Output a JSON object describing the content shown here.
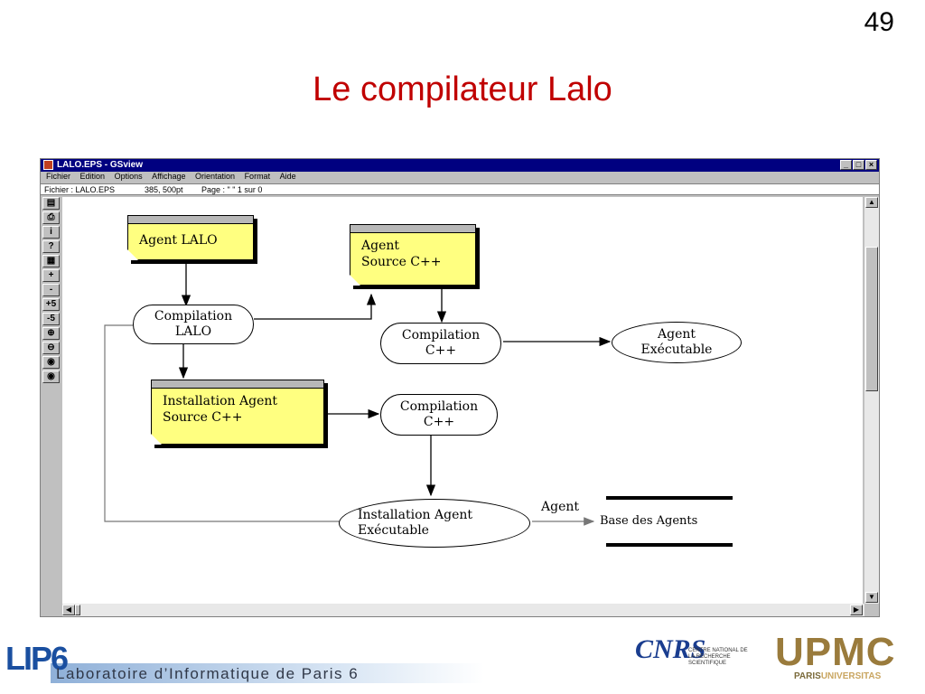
{
  "slide": {
    "number": "49",
    "title": "Le compilateur Lalo"
  },
  "window": {
    "title": "LALO.EPS - GSview",
    "menu": [
      "Fichier",
      "Edition",
      "Options",
      "Affichage",
      "Orientation",
      "Format",
      "Aide"
    ],
    "status": {
      "file": "Fichier : LALO.EPS",
      "coords": "385, 500pt",
      "page": "Page : \" \"  1 sur 0"
    },
    "toolbar": [
      "page-icon",
      "print-icon",
      "i",
      "?",
      "clipboard-icon",
      "+",
      "-",
      "+5",
      "-5",
      "zoom-in-icon",
      "zoom-out-icon",
      "eye-icon",
      "eye-icon"
    ]
  },
  "diagram": {
    "agent_lalo": "Agent LALO",
    "agent_source_cpp": "Agent\nSource C++",
    "compilation_lalo": "Compilation\nLALO",
    "compilation_cpp_1": "Compilation\nC++",
    "agent_executable": "Agent\nExécutable",
    "installation_agent_source": "Installation Agent\nSource C++",
    "compilation_cpp_2": "Compilation\nC++",
    "installation_agent_executable": "Installation Agent\nExécutable",
    "edge_label_agent": "Agent",
    "base_des_agents": "Base des Agents"
  },
  "footer": {
    "lip_logo": "LIP6",
    "lab_name": "Laboratoire d’Informatique de Paris 6",
    "cnrs_logo": "CNRS",
    "cnrs_text": "CENTRE NATIONAL DE LA RECHERCHE SCIENTIFIQUE",
    "upmc_logo": "UPMC",
    "paris_prefix": "PARIS",
    "paris_suffix": "UNIVERSITAS"
  }
}
